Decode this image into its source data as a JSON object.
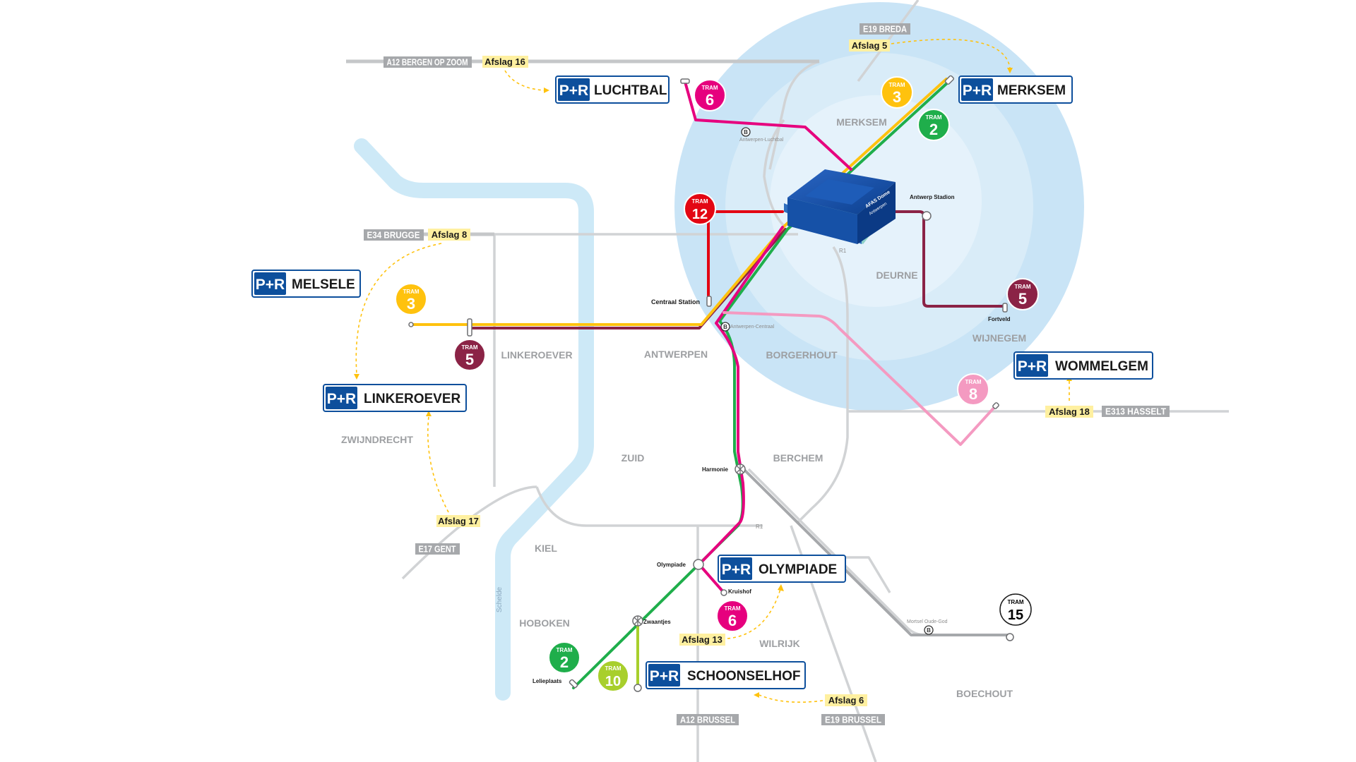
{
  "roads": {
    "a12_bergen": "A12 BERGEN OP ZOOM",
    "e19_breda": "E19 BREDA",
    "e34_brugge": "E34 BRUGGE",
    "e313_hasselt": "E313 HASSELT",
    "e17_gent": "E17 GENT",
    "a12_brussel": "A12 BRUSSEL",
    "e19_brussel": "E19 BRUSSEL"
  },
  "exits": {
    "afslag16": "Afslag 16",
    "afslag5": "Afslag 5",
    "afslag8": "Afslag 8",
    "afslag18": "Afslag 18",
    "afslag17": "Afslag 17",
    "afslag13": "Afslag 13",
    "afslag6": "Afslag 6"
  },
  "pr_symbol": "P+R",
  "parkings": {
    "luchtbal": "LUCHTBAL",
    "merksem": "MERKSEM",
    "melsele": "MELSELE",
    "linkeroever": "LINKEROEVER",
    "wommelgem": "WOMMELGEM",
    "olympiade": "OLYMPIADE",
    "schoonselhof": "SCHOONSELHOF"
  },
  "districts": {
    "merksem": "MERKSEM",
    "deurne": "DEURNE",
    "wijnegem": "WIJNEGEM",
    "borgerhout": "BORGERHOUT",
    "linkeroever": "LINKEROEVER",
    "antwerpen": "ANTWERPEN",
    "zwijndrecht": "ZWIJNDRECHT",
    "zuid": "ZUID",
    "berchem": "BERCHEM",
    "kiel": "KIEL",
    "hoboken": "HOBOKEN",
    "wilrijk": "WILRIJK",
    "boechout": "BOECHOUT"
  },
  "stops": {
    "antwerpen_luchtbal": "Antwerpen-Luchtbal",
    "antwerp_stadion": "Antwerp Stadion",
    "centraal_station": "Centraal Station",
    "antwerpen_centraal": "Antwerpen-Centraal",
    "fortveld": "Fortveld",
    "harmonie": "Harmonie",
    "olympiade": "Olympiade",
    "kruishof": "Kruishof",
    "zwaantjes": "Zwaantjes",
    "lelieplaats": "Lelieplaats",
    "mortsel": "Mortsel Oude-God"
  },
  "ring_label": "R1",
  "river_label": "Schelde",
  "station_symbol": "B",
  "venue": {
    "name": "AFAS Dome",
    "city": "Antwerpen"
  },
  "tram_word": "TRAM",
  "trams": [
    {
      "number": "6",
      "color": "#e6007e",
      "text_color": "#ffffff",
      "pos": "luchtbal"
    },
    {
      "number": "3",
      "color": "#ffc20e",
      "text_color": "#ffffff",
      "pos": "merksem3"
    },
    {
      "number": "2",
      "color": "#1fae4b",
      "text_color": "#ffffff",
      "pos": "merksem2"
    },
    {
      "number": "12",
      "color": "#e30613",
      "text_color": "#ffffff",
      "pos": "t12"
    },
    {
      "number": "3",
      "color": "#ffc20e",
      "text_color": "#ffffff",
      "pos": "west3"
    },
    {
      "number": "5",
      "color": "#8b2346",
      "text_color": "#ffffff",
      "pos": "west5"
    },
    {
      "number": "5",
      "color": "#8b2346",
      "text_color": "#ffffff",
      "pos": "east5"
    },
    {
      "number": "8",
      "color": "#f49ac1",
      "text_color": "#ffffff",
      "pos": "t8"
    },
    {
      "number": "6",
      "color": "#e6007e",
      "text_color": "#ffffff",
      "pos": "south6"
    },
    {
      "number": "2",
      "color": "#1fae4b",
      "text_color": "#ffffff",
      "pos": "south2"
    },
    {
      "number": "10",
      "color": "#a8cf2c",
      "text_color": "#ffffff",
      "pos": "t10"
    },
    {
      "number": "15",
      "color": "#ffffff",
      "text_color": "#000000",
      "pos": "t15"
    }
  ],
  "colors": {
    "pr_blue": "#0d4f9c",
    "road_gray": "#a6a8ab",
    "exit_yellow": "#fff0a0",
    "river": "#cde9f7",
    "zone_outer": "#c9e4f6",
    "zone_inner": "#e5f2fb"
  }
}
